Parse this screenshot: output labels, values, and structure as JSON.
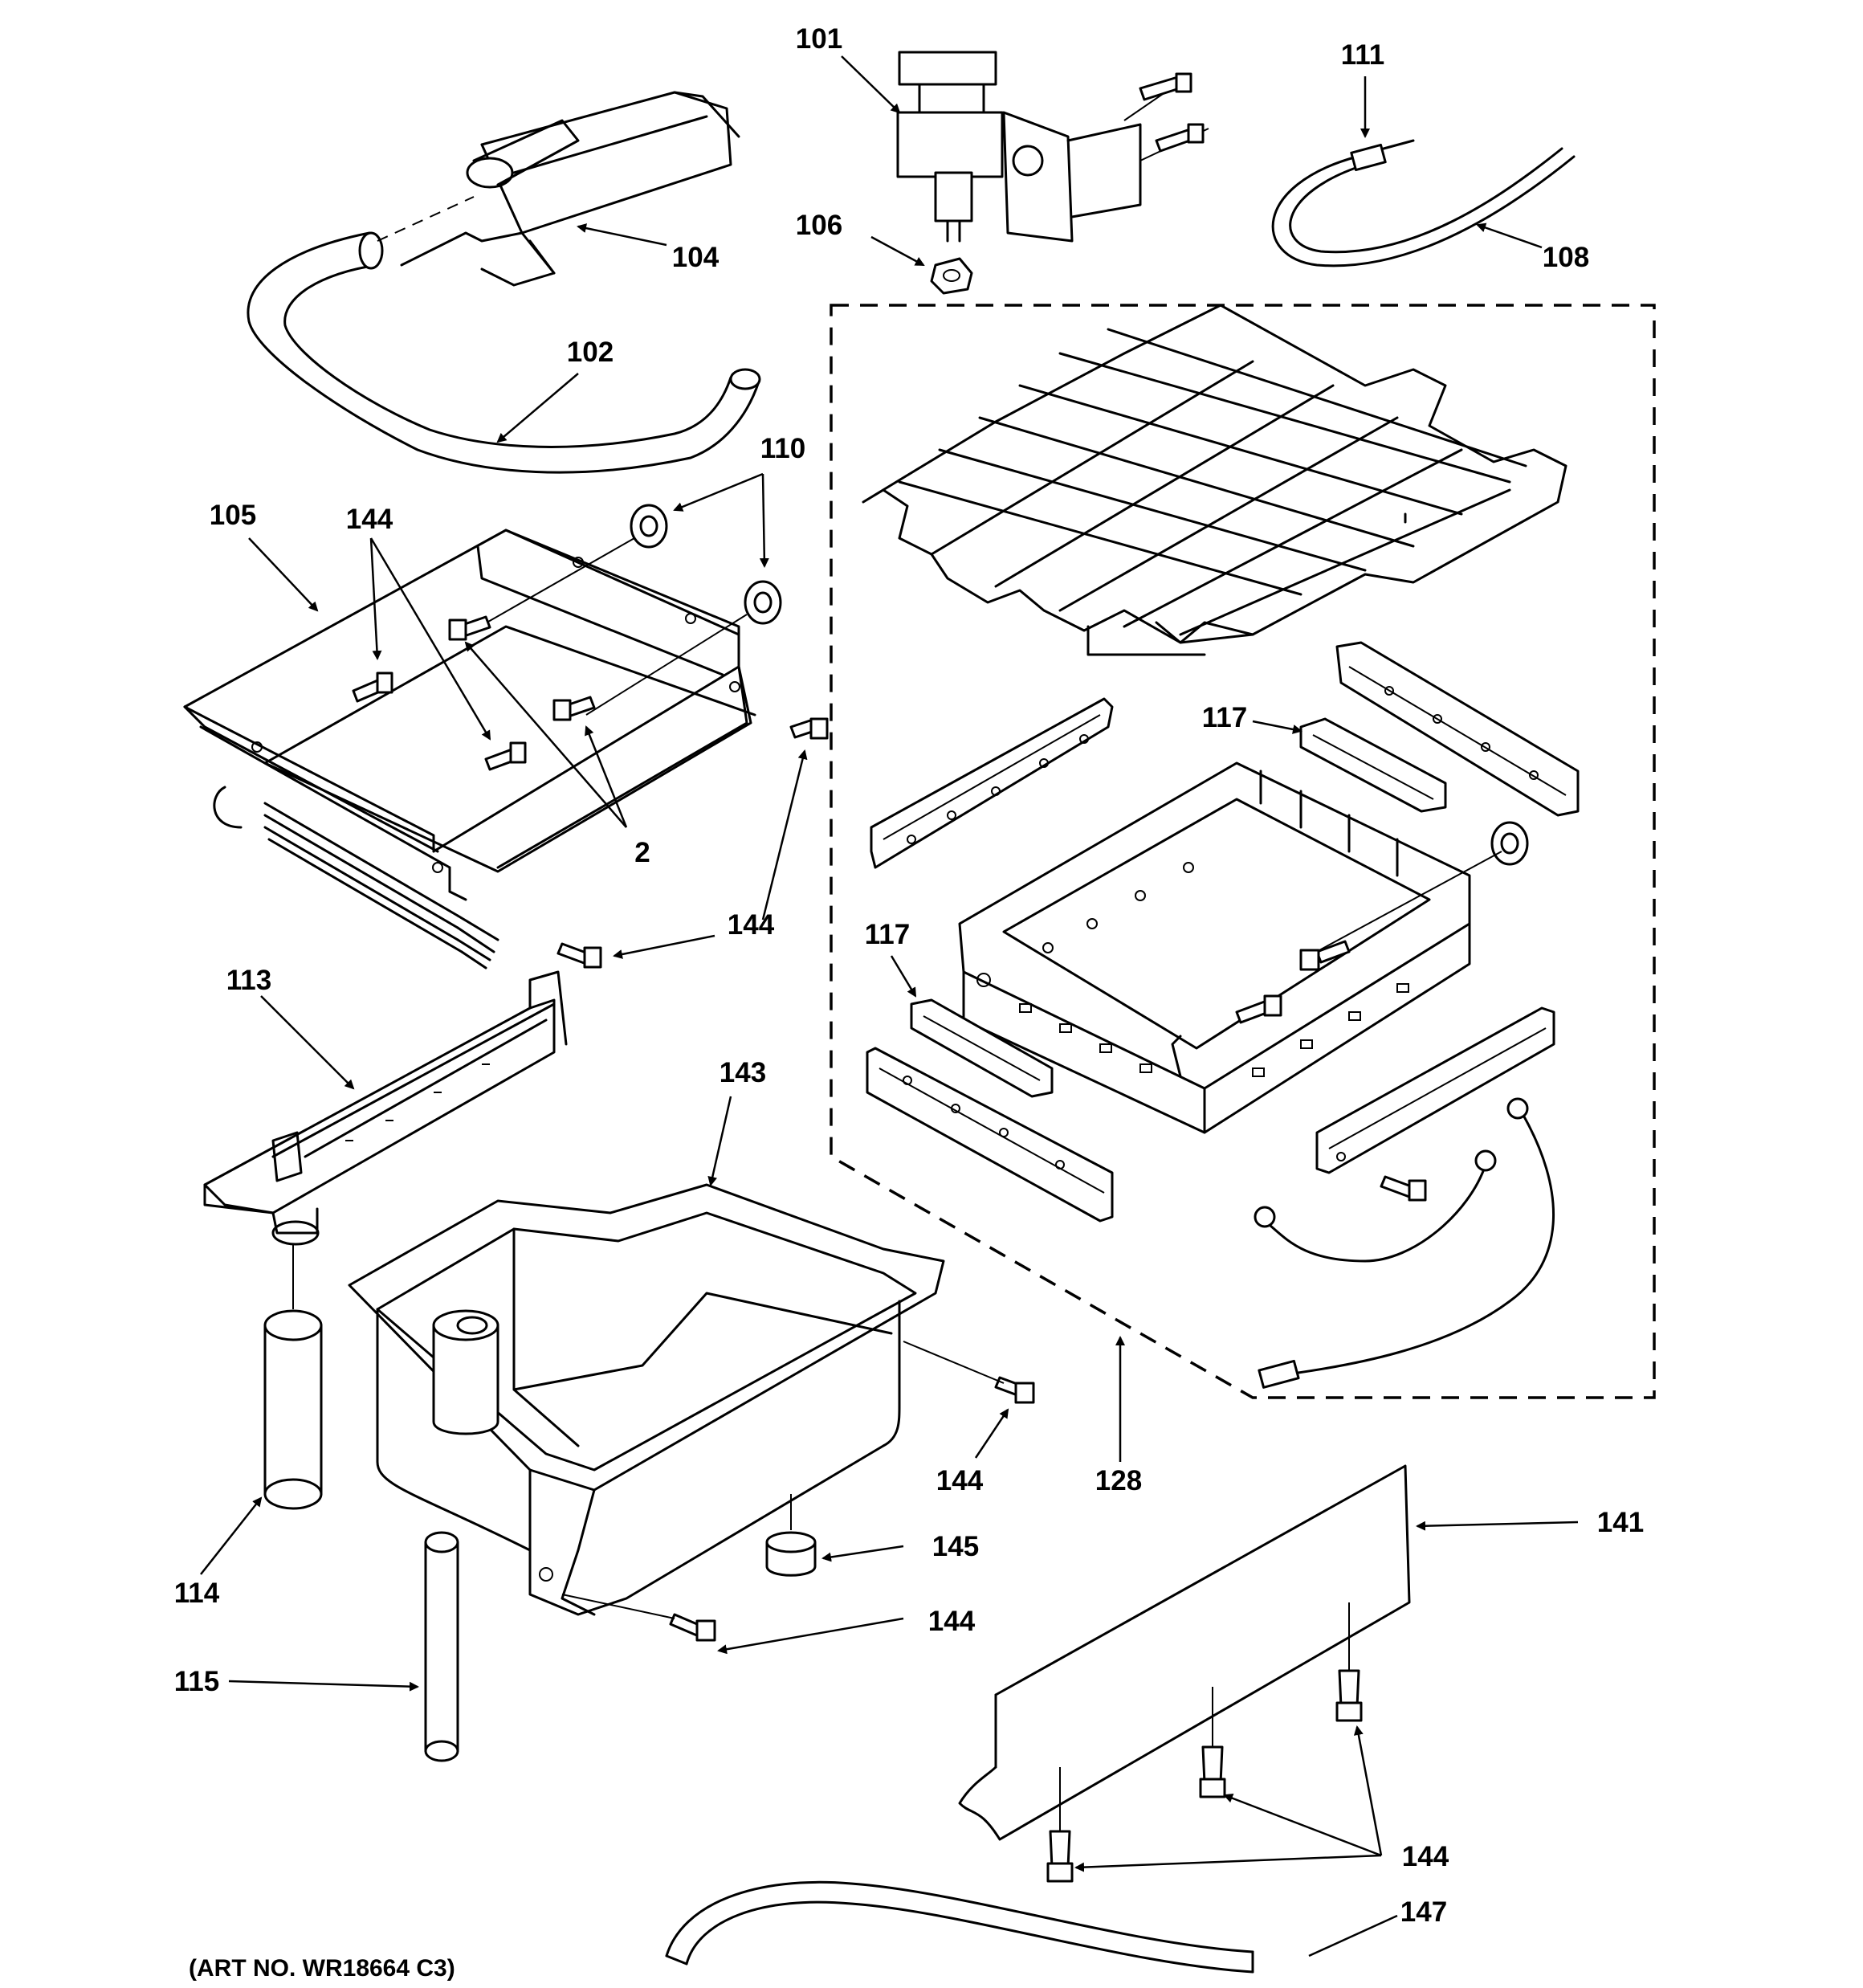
{
  "caption": "(ART NO. WR18664 C3)",
  "callouts": {
    "c101": "101",
    "c111": "111",
    "c104": "104",
    "c106": "106",
    "c108": "108",
    "c102": "102",
    "c110": "110",
    "c105": "105",
    "c144_a": "144",
    "c2": "2",
    "c144_b": "144",
    "c117_a": "117",
    "c117_b": "117",
    "c113": "113",
    "c143": "143",
    "c144_c": "144",
    "c128": "128",
    "c141": "141",
    "c145": "145",
    "c144_d": "144",
    "c114": "114",
    "c115": "115",
    "c144_e": "144",
    "c147": "147"
  }
}
